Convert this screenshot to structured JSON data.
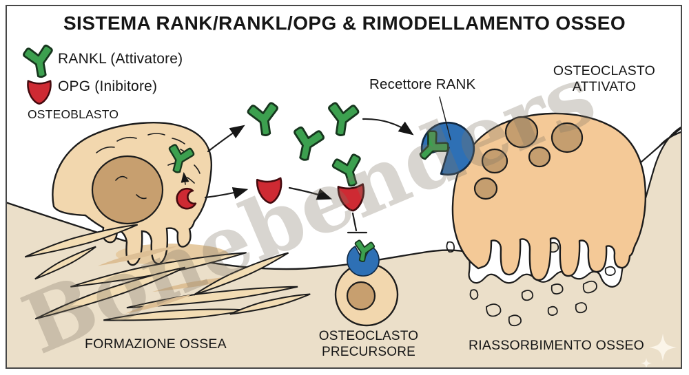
{
  "title": "SISTEMA RANK/RANKL/OPG & RIMODELLAMENTO OSSEO",
  "legend": {
    "items": [
      {
        "icon": "rankl-y-icon",
        "label": "RANKL (Attivatore)",
        "color": "#3ca04f"
      },
      {
        "icon": "opg-shield-icon",
        "label": "OPG (Inibitore)",
        "color": "#ce2a33"
      }
    ]
  },
  "labels": {
    "osteoblast": "OSTEOBLASTO",
    "rank_receptor": "Recettore RANK",
    "osteoclast_activated": {
      "line1": "OSTEOCLASTO",
      "line2": "ATTIVATO"
    },
    "osteoclast_precursor": {
      "line1": "OSTEOCLASTO",
      "line2": "PRECURSORE"
    },
    "bone_formation": "FORMAZIONE OSSEA",
    "bone_resorption": "RIASSORBIMENTO OSSEO"
  },
  "watermark": "Bonebenders",
  "colors": {
    "c-green": "#3ca04f",
    "c-red": "#ce2a33",
    "c-blue": "#2e70b5",
    "c-cell": "#f2d7ae",
    "c-nucleus": "#c79f6f",
    "c-oclast": "#f4c997",
    "c-ocnuc": "#c59e6f",
    "c-bone": "#ebdfc9",
    "c-trab": "#f3ddb4",
    "c-line": "#1c1c1c"
  }
}
